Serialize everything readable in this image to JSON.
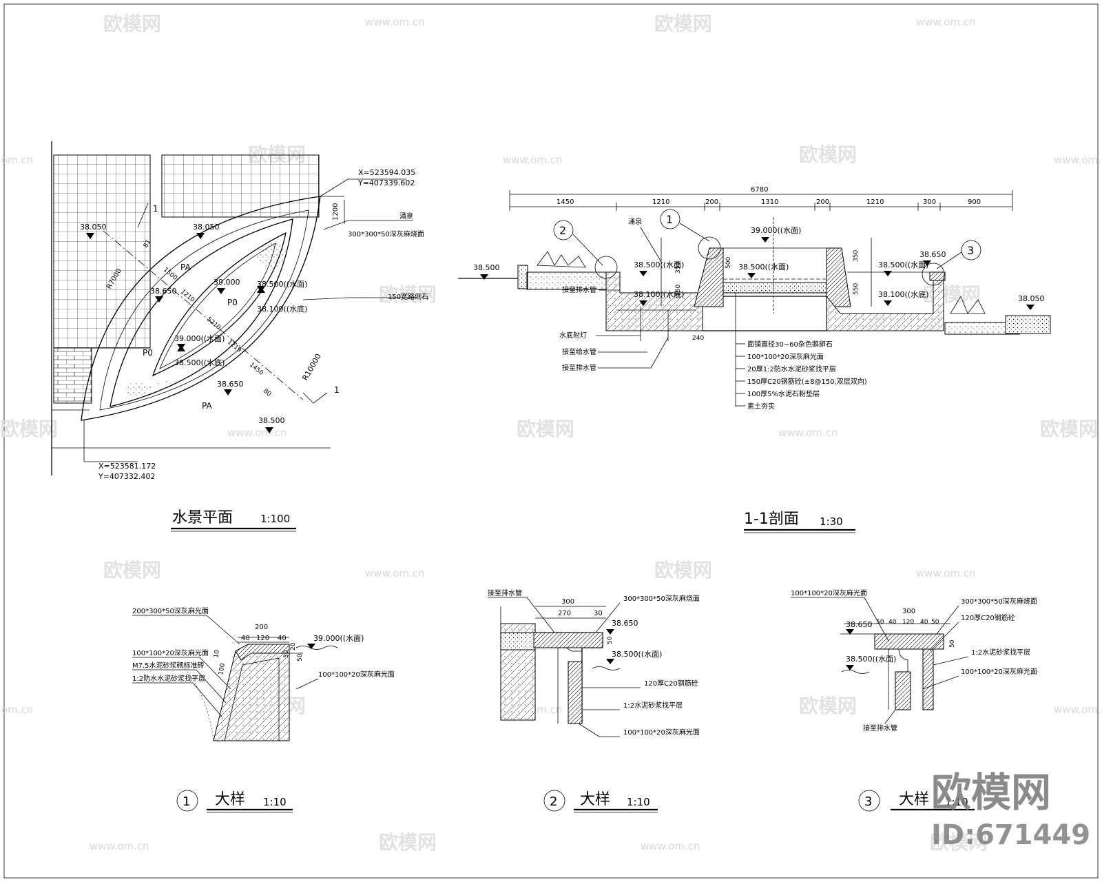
{
  "watermark": {
    "site": "www.om.cn",
    "brand": "欧模网",
    "site_short": "om.cn"
  },
  "brand_logo": {
    "name": "欧模网",
    "id_label": "ID:671449"
  },
  "plan": {
    "title": "水景平面",
    "scale": "1:100",
    "coord_top_x": "X=523594.035",
    "coord_top_y": "Y=407339.602",
    "coord_bottom_x": "X=523581.172",
    "coord_bottom_y": "Y=407332.402",
    "label_fountain": "涌泉",
    "label_paving": "300*300*50深灰麻烧面",
    "label_curb": "150宽路侧石",
    "section_mark": "1",
    "radius_outer": "R10000",
    "radius_inner": "R7000",
    "dims": [
      "1200",
      "81",
      "1500",
      "1210",
      "5210",
      "1219",
      "1450",
      "80"
    ],
    "zones": [
      "PA",
      "P0",
      "P0",
      "PA"
    ],
    "elevations": [
      "38.050",
      "38.050",
      "38.650",
      "39.000",
      "38.500((水面)",
      "38.100((水底)",
      "39.000((水面)",
      "38.500((水底)",
      "38.650",
      "38.500"
    ]
  },
  "section": {
    "title": "1-1剖面",
    "scale": "1:30",
    "total_dim": "6780",
    "dims": [
      "1450",
      "1210",
      "200",
      "1310",
      "200",
      "1210",
      "300",
      "900"
    ],
    "heights": [
      "350",
      "550",
      "500",
      "350",
      "550",
      "240"
    ],
    "elevations": [
      "38.500",
      "38.500((水面)",
      "38.100((水底)",
      "39.000((水面)",
      "38.500((水面)",
      "38.500((水面)",
      "38.100((水底)",
      "38.650",
      "38.050"
    ],
    "label_fountain": "涌泉",
    "left_labels": [
      "接至排水管",
      "水底射灯",
      "接至给水管",
      "接至排水管"
    ],
    "layers": [
      "面铺直径30~60杂色鹅卵石",
      "100*100*20深灰麻光面",
      "20厚1:2防水水泥砂浆找平层",
      "150厚C20钢筋砼(±8@150,双层双向)",
      "100厚5%水泥石粉垫层",
      "素土夯实"
    ],
    "callouts": [
      "2",
      "1",
      "3"
    ]
  },
  "detail1": {
    "num": "1",
    "title": "大样",
    "scale": "1:10",
    "labels": [
      "200*300*50深灰麻光面",
      "100*100*20深灰麻光面",
      "M7.5水泥砂浆砌标准砖",
      "1:2防水水泥砂浆找平层",
      "100*100*20深灰麻光面"
    ],
    "dims": [
      "200",
      "40",
      "120",
      "40",
      "20",
      "30",
      "50",
      "100",
      "10"
    ],
    "elevation": "39.000((水面)"
  },
  "detail2": {
    "num": "2",
    "title": "大样",
    "scale": "1:10",
    "labels": [
      "接至排水管",
      "300*300*50深灰麻烧面",
      "120厚C20钢筋砼",
      "1:2水泥砂浆找平层",
      "100*100*20深灰麻光面"
    ],
    "dims": [
      "300",
      "270",
      "30",
      "50"
    ],
    "elevations": [
      "38.650",
      "38.500((水面)"
    ]
  },
  "detail3": {
    "num": "3",
    "title": "大样",
    "scale": "1:10",
    "labels": [
      "100*100*20深灰麻光面",
      "300*300*50深灰麻烧面",
      "120厚C20钢筋砼",
      "1:2水泥砂浆找平层",
      "100*100*20深灰麻光面",
      "接至排水管"
    ],
    "dims": [
      "300",
      "50",
      "40",
      "120",
      "40",
      "50",
      "50"
    ],
    "elevations": [
      "38.650",
      "38.500((水面)"
    ]
  }
}
